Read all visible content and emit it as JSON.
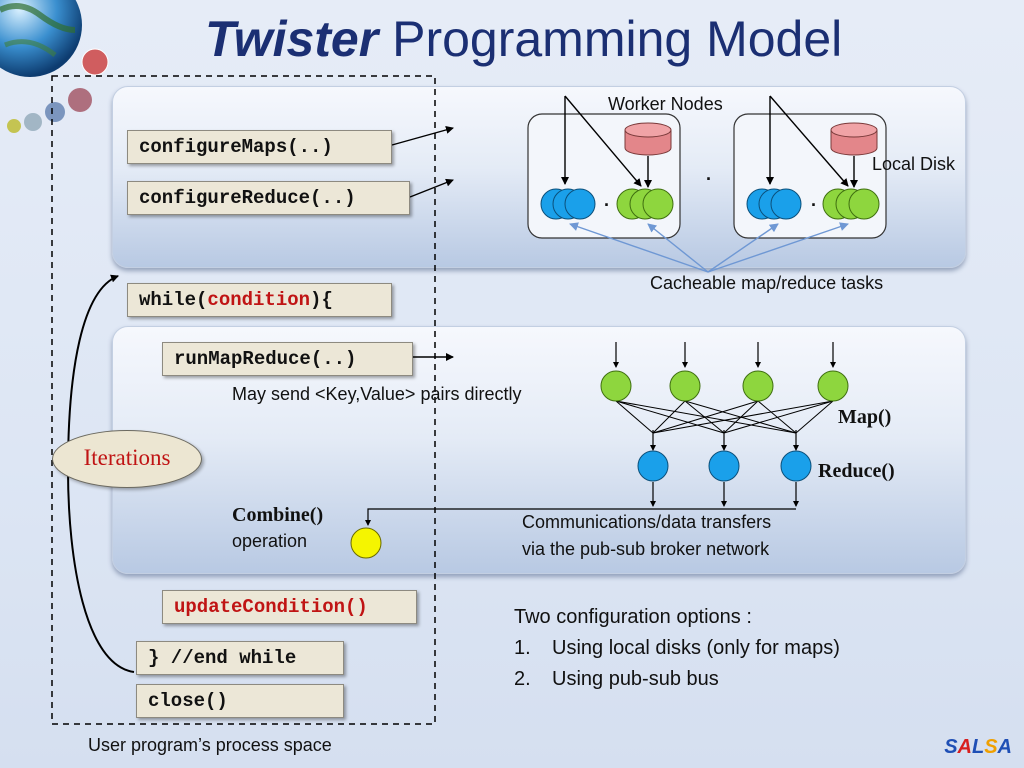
{
  "title": {
    "brand": "Twister",
    "rest": " Programming Model"
  },
  "code": {
    "configure_maps": "configureMaps(..)",
    "configure_reduce": "configureReduce(..)",
    "while_prefix": "while(",
    "while_condition": "condition",
    "while_suffix": "){",
    "run_map_reduce": "runMapReduce(..)",
    "update_condition": "updateCondition()",
    "end_while": "} //end while",
    "close": "close()"
  },
  "labels": {
    "worker_nodes": "Worker Nodes",
    "local_disk": "Local Disk",
    "cacheable": "Cacheable map/reduce tasks",
    "may_send": "May send <Key,Value> pairs directly",
    "map": "Map()",
    "reduce": "Reduce()",
    "combine": "Combine()",
    "operation": "operation",
    "comm_line1": "Communications/data transfers",
    "comm_line2": "via the pub-sub broker network",
    "iterations": "Iterations",
    "process_space": "User program’s process space",
    "dot1": ".",
    "dot2": ".",
    "dot3": "."
  },
  "options": {
    "heading": "Two configuration options :",
    "items": [
      {
        "num": "1.",
        "text": "Using local disks (only for maps)"
      },
      {
        "num": "2.",
        "text": "Using pub-sub bus"
      }
    ]
  },
  "logo": {
    "s": "S",
    "a1": "A",
    "l": "L",
    "s2": "S",
    "a2": "A"
  },
  "colors": {
    "title": "#1b2f73",
    "code_bg": "#ece7d7",
    "keyword_red": "#c01414",
    "map_green": "#8ed63e",
    "reduce_blue": "#1aa0ea",
    "disk": "#e3868a",
    "combine_yellow": "#f5f500",
    "arrow_blue": "#6f98d4"
  }
}
